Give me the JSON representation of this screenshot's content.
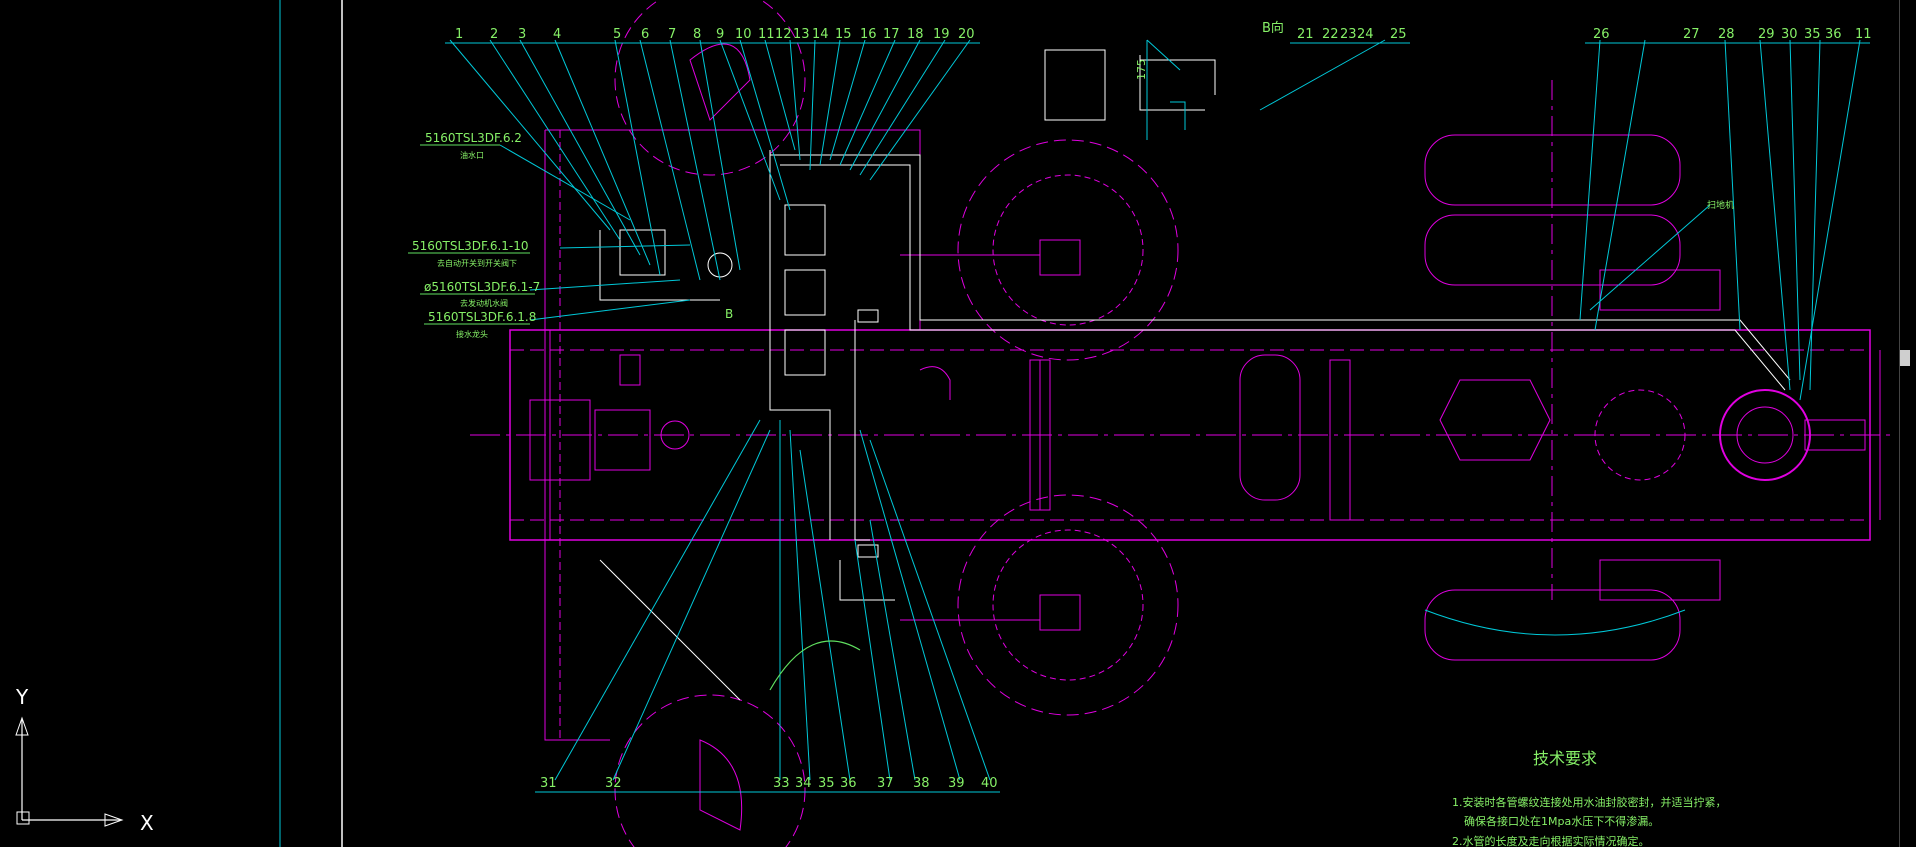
{
  "balloons_top": [
    "1",
    "2",
    "3",
    "4",
    "5",
    "6",
    "7",
    "8",
    "9",
    "10",
    "11",
    "12",
    "13",
    "14",
    "15",
    "16",
    "17",
    "18",
    "19",
    "20"
  ],
  "balloons_top_right": [
    "26",
    "27",
    "28",
    "29",
    "30",
    "35",
    "36",
    "11"
  ],
  "balloons_bv": [
    "21",
    "22",
    "23",
    "24",
    "25"
  ],
  "balloons_bottom": [
    "31",
    "32",
    "33",
    "34",
    "35",
    "36",
    "37",
    "38",
    "39",
    "40"
  ],
  "view_label": "B向",
  "view_marker": "B",
  "dimension_value": "175",
  "part_refs": [
    {
      "code": "5160TSL3DF.6.2",
      "note": "油水口"
    },
    {
      "code": "5160TSL3DF.6.1-10",
      "note": "去自动开关到开关阀下"
    },
    {
      "code": "ø5160TSL3DF.6.1-7",
      "note": "去发动机水阀"
    },
    {
      "code": "5160TSL3DF.6.1.8",
      "note": "接水龙头"
    }
  ],
  "right_callout": "扫地机",
  "tech": {
    "title": "技术要求",
    "line1": "1.安装时各管螺纹连接处用水油封胶密封，并适当拧紧，",
    "line2": "确保各接口处在1Mpa水压下不得渗漏。",
    "line3": "2.水管的长度及走向根据实际情况确定。"
  },
  "axis": {
    "x": "X",
    "y": "Y"
  },
  "colors": {
    "bg": "#000000",
    "magenta": "#e000e0",
    "cyan": "#00c8d8",
    "green": "#86f067",
    "white": "#ffffff"
  }
}
